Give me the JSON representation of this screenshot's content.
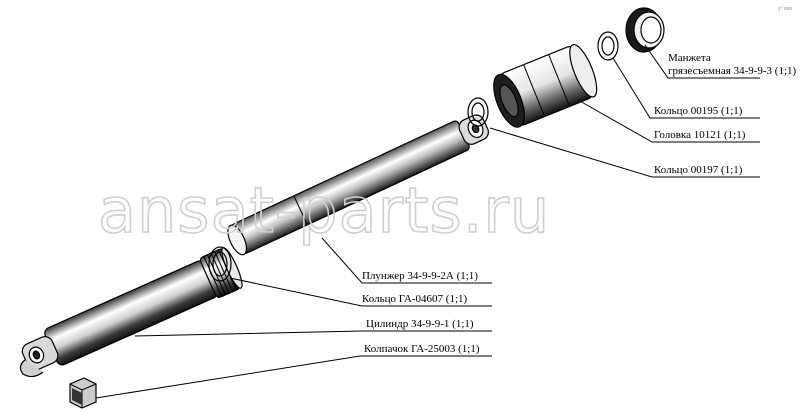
{
  "watermark": "ansat-parts.ru",
  "corner_mark": "y⁰ ooo",
  "parts": [
    {
      "id": "seal",
      "label_line1": "Манжета",
      "label_line2": "грязесъемная 34-9-9-3 (1;1)"
    },
    {
      "id": "ring195",
      "label": "Кольцо 00195 (1;1)"
    },
    {
      "id": "head",
      "label": "Головка 10121 (1;1)"
    },
    {
      "id": "ring197",
      "label": "Кольцо 00197 (1;1)"
    },
    {
      "id": "plunger",
      "label": "Плунжер 34-9-9-2А (1;1)"
    },
    {
      "id": "ring4607",
      "label": "Кольцо ГА-04607 (1;1)"
    },
    {
      "id": "cylinder",
      "label": "Цилиндр 34-9-9-1 (1;1)"
    },
    {
      "id": "cap",
      "label": "Колпачок ГА-25003 (1;1)"
    }
  ]
}
